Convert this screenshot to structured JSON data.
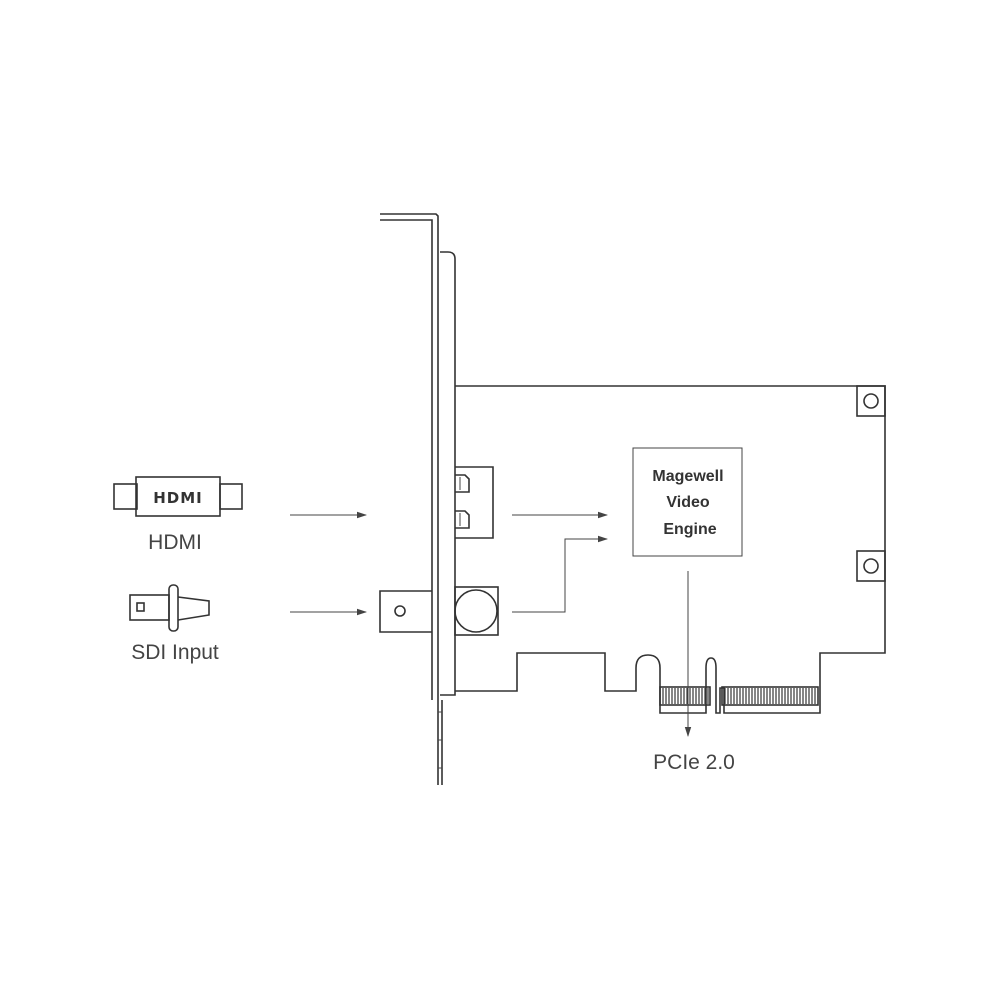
{
  "inputs": {
    "hdmi_logo": "HDMI",
    "hdmi_label": "HDMI",
    "sdi_label": "SDI Input"
  },
  "engine": {
    "line1": "Magewell",
    "line2": "Video",
    "line3": "Engine"
  },
  "bus": {
    "label": "PCIe 2.0"
  },
  "colors": {
    "line": "#333333",
    "text": "#444444",
    "background": "#ffffff"
  }
}
